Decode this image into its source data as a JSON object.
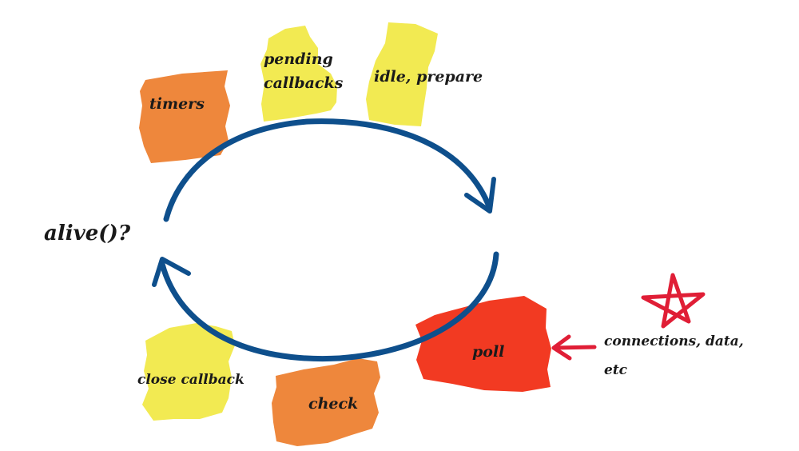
{
  "diagram": {
    "phases": {
      "timers": "timers",
      "pending_callbacks_line1": "pending",
      "pending_callbacks_line2": "callbacks",
      "idle_prepare": "idle, prepare",
      "poll": "poll",
      "check": "check",
      "close_callback": "close callback"
    },
    "loop_condition": "alive()?",
    "external_input": {
      "line1": "connections, data,",
      "line2": "etc"
    }
  },
  "colors": {
    "orange": "#ee873c",
    "yellow": "#f2ea52",
    "red": "#f23a22",
    "arrow_blue": "#0e4f8c",
    "accent_red": "#e01e36"
  }
}
